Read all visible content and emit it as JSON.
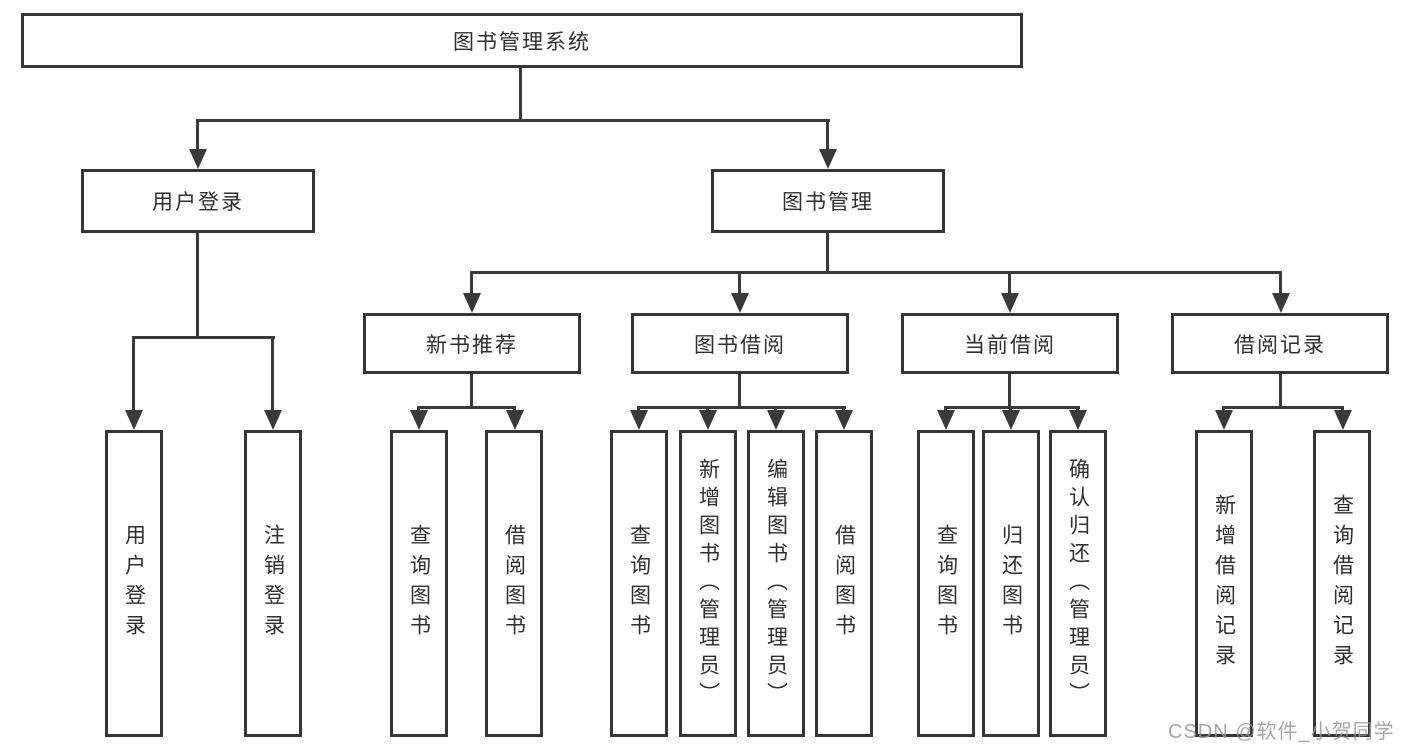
{
  "tree": {
    "root": {
      "label": "图书管理系统"
    },
    "branches": [
      {
        "label": "用户登录",
        "children": [
          {
            "label": "用户登录"
          },
          {
            "label": "注销登录"
          }
        ]
      },
      {
        "label": "图书管理",
        "children": [
          {
            "label": "新书推荐",
            "children": [
              {
                "label": "查询图书"
              },
              {
                "label": "借阅图书"
              }
            ]
          },
          {
            "label": "图书借阅",
            "children": [
              {
                "label": "查询图书"
              },
              {
                "label": "新增图书（管理员）"
              },
              {
                "label": "编辑图书（管理员）"
              },
              {
                "label": "借阅图书"
              }
            ]
          },
          {
            "label": "当前借阅",
            "children": [
              {
                "label": "查询图书"
              },
              {
                "label": "归还图书"
              },
              {
                "label": "确认归还（管理员）"
              }
            ]
          },
          {
            "label": "借阅记录",
            "children": [
              {
                "label": "新增借阅记录"
              },
              {
                "label": "查询借阅记录"
              }
            ]
          }
        ]
      }
    ]
  },
  "watermark": {
    "text": "CSDN @软件_小贺同学"
  },
  "colors": {
    "line": "#3a3a3a",
    "box_border": "#363636",
    "text": "#2f2f2f",
    "watermark_text": "#969696",
    "background": "#ffffff"
  }
}
